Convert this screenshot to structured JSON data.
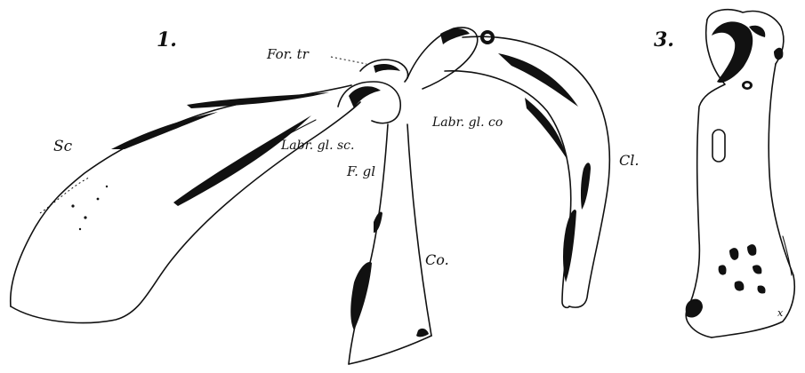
{
  "figure_numbers": {
    "fig1": "1.",
    "fig3": "3."
  },
  "labels": {
    "sc": "Sc",
    "for_tr": "For. tr",
    "labr_gl_sc": "Labr. gl. sc.",
    "labr_gl_co": "Labr. gl. co",
    "f_gl": "F. gl",
    "cl": "Cl.",
    "co": "Co.",
    "x_mark": "x"
  },
  "colors": {
    "ink": "#111111",
    "paper": "#ffffff"
  }
}
